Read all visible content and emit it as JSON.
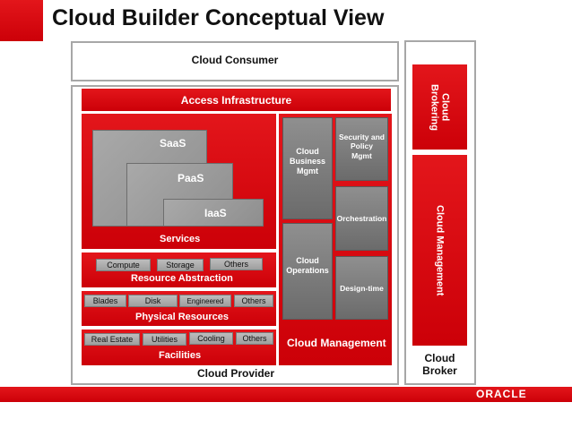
{
  "slide": {
    "title": "Cloud Builder Conceptual View",
    "accent_color": "#e3161b",
    "consumer_label": "Cloud Consumer",
    "provider_label": "Cloud Provider",
    "broker_label": "Cloud\nBroker",
    "access_label": "Access Infrastructure",
    "services": {
      "saas": "SaaS",
      "paas": "PaaS",
      "iaas": "IaaS",
      "label": "Services"
    },
    "resource_abstraction": {
      "label": "Resource Abstraction",
      "items": [
        "Compute",
        "Storage",
        "Others"
      ]
    },
    "physical_resources": {
      "label": "Physical Resources",
      "items": [
        "Blades",
        "Disk",
        "Engineered",
        "Others"
      ]
    },
    "facilities": {
      "label": "Facilities",
      "items": [
        "Real Estate",
        "Utilities",
        "Cooling",
        "Others"
      ]
    },
    "management": {
      "business_mgmt": "Cloud\nBusiness\nMgmt",
      "security": "Security and\nPolicy\nMgmt",
      "orchestration": "Orchestration",
      "operations": "Cloud\nOperations",
      "design_time": "Design-time",
      "label": "Cloud Management"
    },
    "broker": {
      "brokering": "Cloud\nBrokering",
      "management": "Cloud Management"
    },
    "footer": {
      "logo": "ORACLE"
    }
  }
}
